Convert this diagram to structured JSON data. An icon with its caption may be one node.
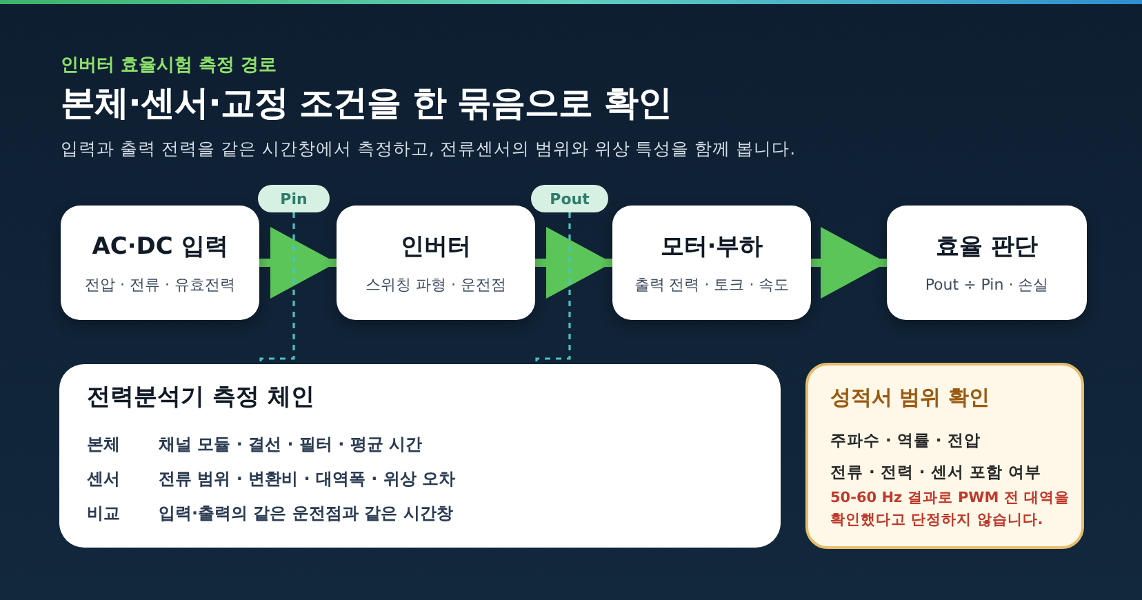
{
  "diagram": {
    "title": "본체·센서·교정 조건을 한 묶음으로 확인",
    "nodes": [
      {
        "text": [
          "AC·DC 입력",
          "전압 · 전류 · 유효전력"
        ]
      },
      {
        "text": [
          "인버터",
          "스위칭 파형 · 운전점"
        ]
      },
      {
        "text": [
          "모터·부하",
          "출력 전력 · 토크 · 속도"
        ]
      },
      {
        "text": [
          "효율 판단",
          "Pout ÷ Pin · 손실"
        ]
      },
      {
        "text": [
          "Pin"
        ]
      },
      {
        "text": [
          "Pout"
        ]
      },
      {
        "text": [
          "전력분석기 측정 체인",
          "본체",
          "채널 모듈 · 결선 · 필터 · 평균 시간",
          "센서",
          "전류 범위 · 변환비 · 대역폭 · 위상 오차",
          "비교",
          "입력·출력의 같은 운전점과 같은 시간창"
        ]
      },
      {
        "text": [
          "성적서 범위 확인",
          "주파수 · 역률 · 전압",
          "전류 · 전력 · 센서 포함 여부",
          "50-60 Hz 결과로 PWM 전 대역을 확인했다고 단정하지 않습니다."
        ]
      }
    ],
    "edges": [
      {
        "from": 0,
        "to": 1,
        "arrow": "to"
      },
      {
        "from": 1,
        "to": 2,
        "arrow": "to"
      },
      {
        "from": 2,
        "to": 3,
        "arrow": "to"
      },
      {
        "from": 4,
        "to": 6,
        "arrow": "none",
        "style": "dashed",
        "color": "#4cc3c0"
      },
      {
        "from": 5,
        "to": 6,
        "arrow": "none",
        "style": "dashed",
        "color": "#4cc3c0"
      }
    ],
    "labels": [
      "인버터 효율시험 측정 경로",
      "입력과 출력 전력을 같은 시간창에서 측정하고, 전류센서의 범위와 위상 특성을 함께 봅니다."
    ]
  }
}
